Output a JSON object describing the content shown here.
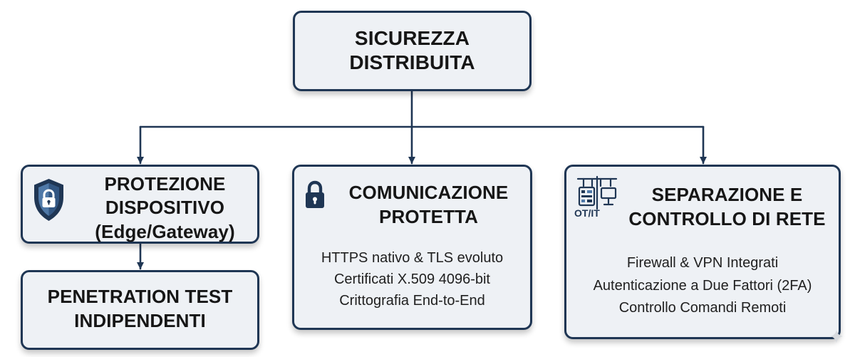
{
  "diagram": {
    "root": {
      "title_lines": [
        "SICUREZZA",
        "DISTRIBUITA"
      ]
    },
    "device_protection": {
      "title_lines": [
        "PROTEZIONE",
        "DISPOSITIVO",
        "(Edge/Gateway)"
      ],
      "icon": "shield-lock-icon"
    },
    "penetration_test": {
      "title_lines": [
        "PENETRATION TEST",
        "INDIPENDENTI"
      ]
    },
    "protected_communication": {
      "title_lines": [
        "COMUNICAZIONE",
        "PROTETTA"
      ],
      "icon": "padlock-icon",
      "details": [
        "HTTPS nativo & TLS evoluto",
        "Certificati X.509 4096-bit",
        "Crittografia End-to-End"
      ]
    },
    "network_control": {
      "title_lines": [
        "SEPARAZIONE E",
        "CONTROLLO DI RETE"
      ],
      "icon": "network-separation-icon",
      "icon_label": "OT/IT",
      "details": [
        "Firewall & VPN Integrati",
        "Autenticazione a Due Fattori (2FA)",
        "Controllo Comandi Remoti"
      ]
    },
    "colors": {
      "border": "#1f3654",
      "box_fill": "#eef1f5",
      "text": "#161616",
      "connector": "#1f3654",
      "watermark": "#d7dadf"
    }
  }
}
